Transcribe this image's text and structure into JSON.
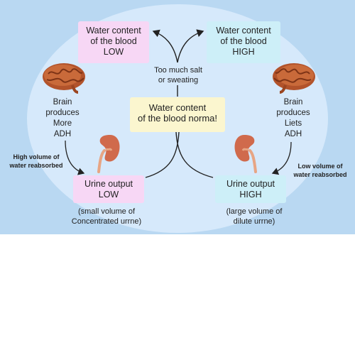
{
  "boxes": {
    "low": {
      "line1": "Water content",
      "line2": "of the blood",
      "line3": "LOW"
    },
    "high": {
      "line1": "Water content",
      "line2": "of the blood",
      "line3": "HIGH"
    },
    "normal": {
      "line1": "Water content",
      "line2": "of the blood norma!"
    },
    "urine_low": {
      "line1": "Urine output",
      "line2": "LOW"
    },
    "urine_high": {
      "line1": "Urine output",
      "line2": "HIGH"
    }
  },
  "labels": {
    "trigger": {
      "line1": "Too much salt",
      "line2": "or sweating"
    },
    "brain_left": {
      "line1": "Brain",
      "line2": "produces",
      "line3": "More",
      "line4": "ADH"
    },
    "brain_right": {
      "line1": "Brain",
      "line2": "produces",
      "line3": "Liets",
      "line4": "ADH"
    },
    "reabsorb_high": {
      "line1": "High volume of",
      "line2": "water reabsorbed"
    },
    "reabsorb_low": {
      "line1": "Low volume of",
      "line2": "water reabsorbed"
    },
    "urine_low_note": {
      "line1": "(small volume of",
      "line2": "Concentrated urrne)"
    },
    "urine_high_note": {
      "line1": "(large volume of",
      "line2": "dilute urrne)"
    }
  },
  "colors": {
    "pink_box": "#f7d7f5",
    "cyan_box": "#cdeff8",
    "yellow_box": "#fbf6cf",
    "background": "#b9d8f2",
    "ellipse": "#d6e9fb"
  },
  "icons": [
    "brain-icon",
    "kidney-icon"
  ]
}
